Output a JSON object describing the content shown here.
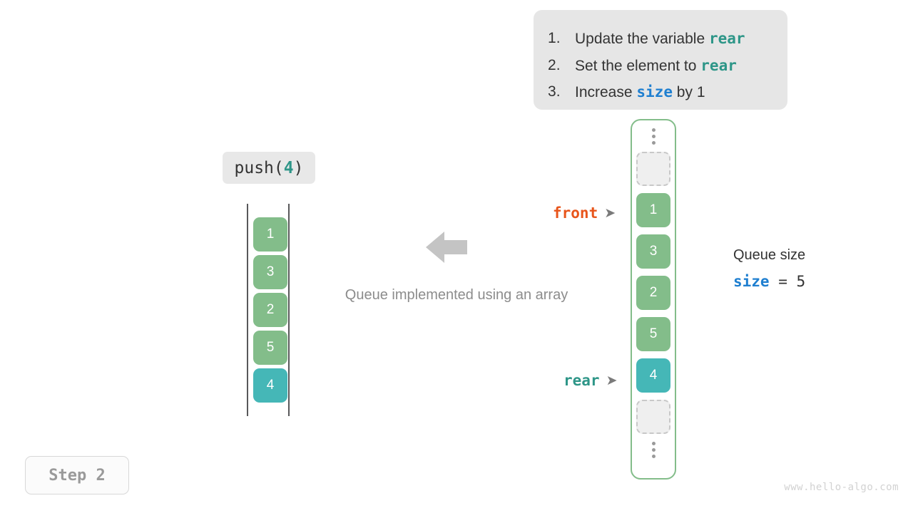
{
  "instructions": {
    "steps": [
      {
        "prefix": "Update the variable ",
        "code": "rear",
        "code_color": "teal",
        "suffix": ""
      },
      {
        "prefix": "Set the element to ",
        "code": "rear",
        "code_color": "teal",
        "suffix": ""
      },
      {
        "prefix": "Increase ",
        "code": "size",
        "code_color": "blue",
        "suffix": " by 1"
      }
    ]
  },
  "operation": {
    "label_prefix": "push(",
    "label_value": "4",
    "label_suffix": ")"
  },
  "left_array": {
    "cells": [
      {
        "value": "1",
        "style": "green"
      },
      {
        "value": "3",
        "style": "green"
      },
      {
        "value": "2",
        "style": "green"
      },
      {
        "value": "5",
        "style": "green"
      },
      {
        "value": "4",
        "style": "teal"
      }
    ]
  },
  "center": {
    "arrow_icon": "arrow-left-icon",
    "caption": "Queue implemented using an array"
  },
  "right_array": {
    "top_ellipsis": "⋮",
    "bottom_ellipsis": "⋮",
    "cells": [
      {
        "value": "",
        "style": "empty"
      },
      {
        "value": "1",
        "style": "green"
      },
      {
        "value": "3",
        "style": "green"
      },
      {
        "value": "2",
        "style": "green"
      },
      {
        "value": "5",
        "style": "green"
      },
      {
        "value": "4",
        "style": "teal"
      },
      {
        "value": "",
        "style": "empty"
      }
    ]
  },
  "pointers": {
    "front": {
      "label": "front",
      "marker": "➤"
    },
    "rear": {
      "label": "rear",
      "marker": "➤"
    }
  },
  "size_info": {
    "title": "Queue size",
    "var": "size",
    "equals": " = ",
    "value": "5"
  },
  "step_badge": {
    "label": "Step 2"
  },
  "watermark": {
    "text": "www.hello-algo.com"
  },
  "colors": {
    "green": "#83bd8a",
    "teal": "#45b7b7",
    "orange": "#e8551b",
    "blue": "#1f7fd0",
    "gray": "#8c8c8c"
  }
}
